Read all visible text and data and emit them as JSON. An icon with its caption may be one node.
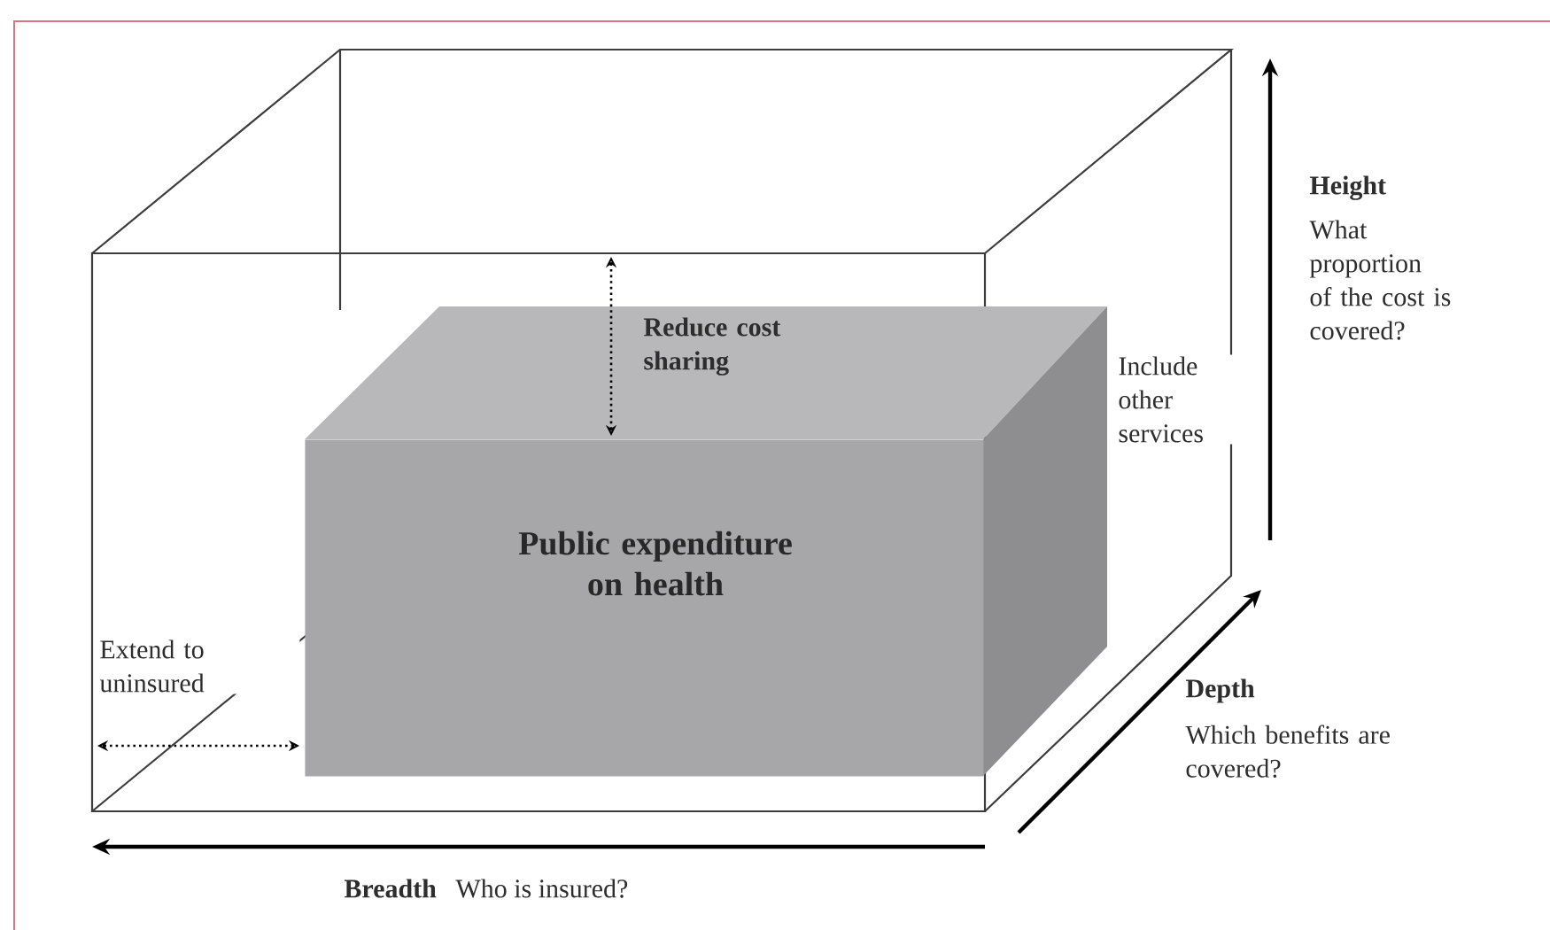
{
  "diagram": {
    "nodes": [
      {
        "text": [
          "Public expenditure on health"
        ]
      }
    ],
    "edges": [],
    "labels": [
      "Reduce cost sharing",
      "Include other services",
      "Extend to uninsured",
      "Height",
      "What proportion of the cost is covered?",
      "Depth",
      "Which benefits are covered?",
      "Breadth",
      "Who is insured?"
    ]
  }
}
